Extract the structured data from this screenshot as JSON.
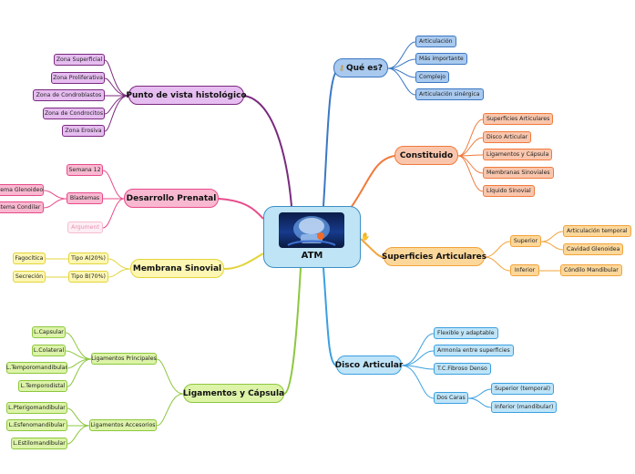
{
  "central": {
    "title": "ATM"
  },
  "topics": {
    "que_es": {
      "label": "Qué es?",
      "icon": "key-icon"
    },
    "constituido": {
      "label": "Constituido"
    },
    "superficies": {
      "label": "Superficies Articulares"
    },
    "disco": {
      "label": "Disco Articular"
    },
    "ligamentos": {
      "label": "Ligamentos y Cápsula"
    },
    "membrana": {
      "label": "Membrana Sinovial"
    },
    "desarrollo": {
      "label": "Desarrollo Prenatal"
    },
    "histologico": {
      "label": "Punto de vista histológico"
    }
  },
  "que_es_items": [
    "Articulación",
    "Más importante",
    "Complejo",
    "Articulación sinérgica"
  ],
  "constituido_items": [
    "Superficies Articulares",
    "Disco Articular",
    "Ligamentos y Cápsula",
    "Membranas Sinoviales",
    "Líquido Sinovial"
  ],
  "superficies_items": {
    "superior": "Superior",
    "superior_children": [
      "Articulación temporal",
      "Cavidad Glenoidea"
    ],
    "inferior": "Inferior",
    "inferior_children": [
      "Cóndilo Mandibular"
    ]
  },
  "disco_items": {
    "list": [
      "Flexible y adaptable",
      "Armonía entre superficies",
      "T.C.Fibroso Denso"
    ],
    "dos_caras": "Dos Caras",
    "caras": [
      "Superior (temporal)",
      "Inferior (mandibular)"
    ]
  },
  "ligamentos_items": {
    "principales": "Ligamentos Principales",
    "principales_children": [
      "L.Capsular",
      "L.Colateral",
      "L.Temporomandibular",
      "L.Temporodistal"
    ],
    "accesorios": "Ligamentos Accesorios",
    "accesorios_children": [
      "L.Pterigomandibular",
      "L.Esfenomandibular",
      "L.Estilomandibular"
    ]
  },
  "membrana_items": {
    "tipo_a": "Tipo A(20%)",
    "tipo_a_child": "Fagocítica",
    "tipo_b": "Tipo B(70%)",
    "tipo_b_child": "Secreción"
  },
  "desarrollo_items": {
    "semana": "Semana 12",
    "blastemas": "Blastemas",
    "blastemas_children": [
      "Blastema Glenoideo",
      "Blastema Condilar"
    ],
    "argument": "Argument"
  },
  "histologico_items": [
    "Zona Superficial",
    "Zona Proliferativa",
    "Zona de Condroblastos",
    "Zona de Condrocitos",
    "Zona Erosiva"
  ],
  "colors": {
    "blue_branch": "#3b78c4",
    "blue_fill": "#a9c9ee",
    "orange_branch": "#f07a3c",
    "orange_fill": "#f9c6ad",
    "gold_branch": "#f2a33a",
    "gold_fill": "#fcd79a",
    "sky_branch": "#3aa0e0",
    "sky_fill": "#bfe4f8",
    "green_branch": "#8dc73f",
    "green_fill": "#dcf3a8",
    "yellow_branch": "#e3d43a",
    "yellow_fill": "#fdf7b3",
    "pink_branch": "#e84b8a",
    "pink_fill": "#f8b9d0",
    "purple_branch": "#7a2a7e",
    "purple_fill": "#e6bdf0"
  }
}
